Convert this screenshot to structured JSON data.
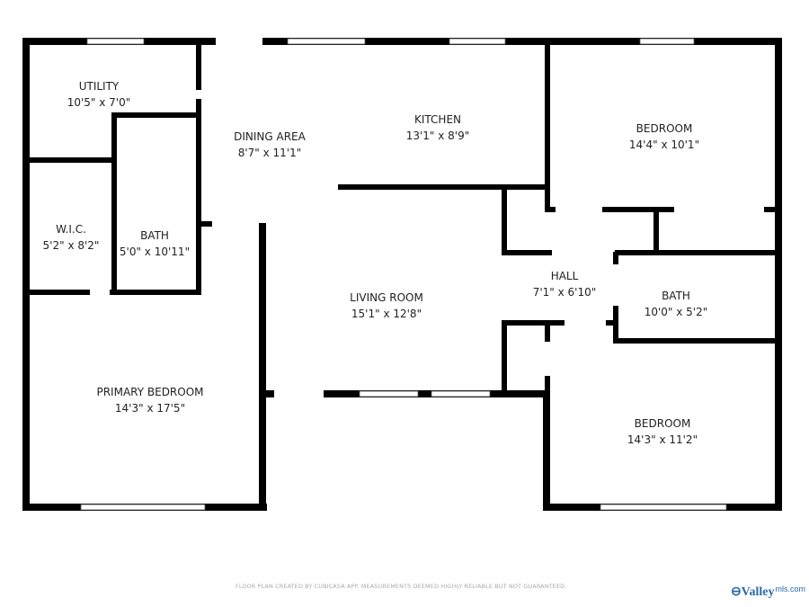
{
  "rooms": [
    {
      "name": "UTILITY",
      "size": "10'5\" x 7'0\""
    },
    {
      "name": "DINING AREA",
      "size": "8'7\" x 11'1\""
    },
    {
      "name": "KITCHEN",
      "size": "13'1\" x 8'9\""
    },
    {
      "name": "BEDROOM",
      "size": "14'4\" x 10'1\""
    },
    {
      "name": "W.I.C.",
      "size": "5'2\" x 8'2\""
    },
    {
      "name": "BATH",
      "size": "5'0\" x 10'11\""
    },
    {
      "name": "HALL",
      "size": "7'1\" x 6'10\""
    },
    {
      "name": "LIVING ROOM",
      "size": "15'1\" x 12'8\""
    },
    {
      "name": "BATH",
      "size": "10'0\" x 5'2\""
    },
    {
      "name": "PRIMARY BEDROOM",
      "size": "14'3\" x 17'5\""
    },
    {
      "name": "BEDROOM",
      "size": "14'3\" x 11'2\""
    }
  ],
  "footer": "FLOOR PLAN CREATED BY CUBICASA APP. MEASUREMENTS DEEMED HIGHLY RELIABLE BUT NOT GUARANTEED.",
  "logo": {
    "text": "Valley",
    "suffix": "mls.com"
  },
  "colors": {
    "wall": "#000000",
    "window": "#ffffff",
    "footer_text": "#aaaaaa",
    "logo": "#2a6aa8"
  }
}
